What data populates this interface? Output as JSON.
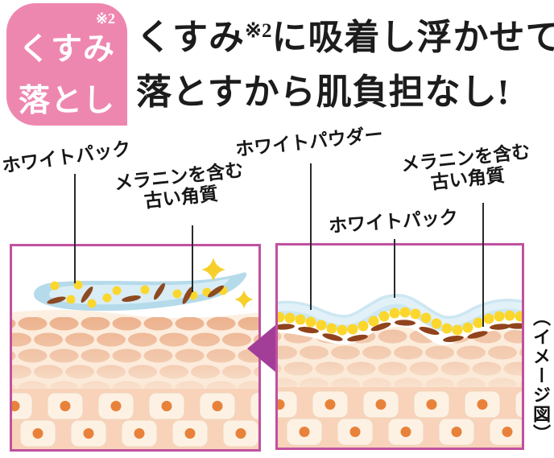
{
  "badge": {
    "sup": "※2",
    "line1": "くすみ",
    "line2": "落とし"
  },
  "heading": {
    "line1_pre": "くすみ",
    "line1_sup": "※2",
    "line1_post": "に吸着し浮かせて",
    "line2": "落とすから肌負担なし!"
  },
  "labels": {
    "whitepack_left": "ホワイトパック",
    "melanin_left_line1": "メラニンを含む",
    "melanin_left_line2": "古い角質",
    "whitepowder": "ホワイトパウダー",
    "melanin_right_line1": "メラニンを含む",
    "melanin_right_line2": "古い角質",
    "whitepack_right": "ホワイトパック"
  },
  "caption_vertical": "（イメージ図）",
  "colors": {
    "badge_pink": "#ee87b0",
    "panel_border": "#c1519f",
    "arrow_purple": "#a23e97",
    "powder_yellow": "#fbd72e",
    "pack_blue": "#b5dbeb",
    "melanin_brown": "#8d4a22",
    "skin_peach": "#f8d2b9",
    "heading_text": "#1c1c1c"
  }
}
